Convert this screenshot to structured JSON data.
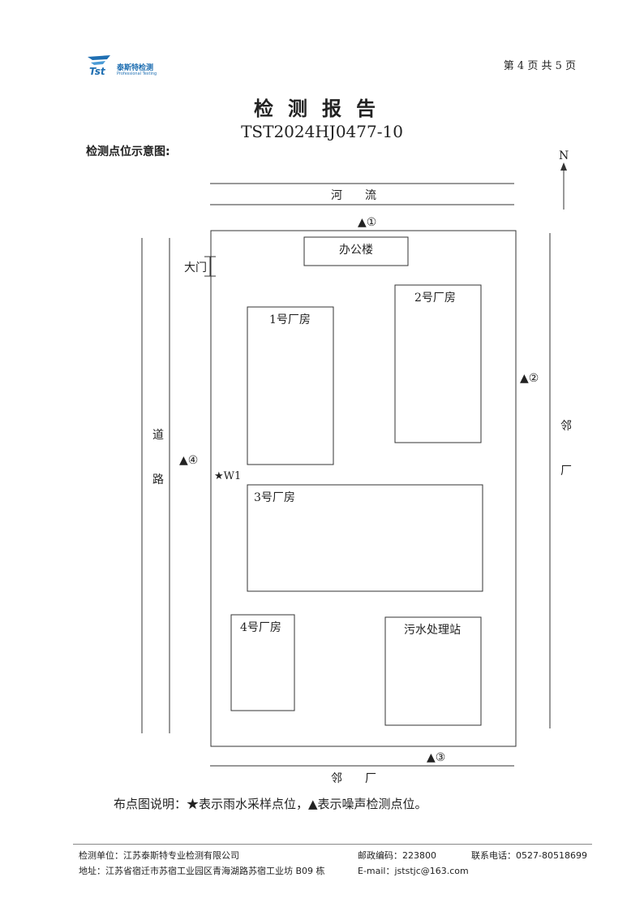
{
  "header": {
    "logo_cn": "泰斯特检测",
    "logo_en": "Professional Testing",
    "logo_mark": "Tst",
    "page_info": "第 4 页 共 5 页"
  },
  "title": "检测报告",
  "report_no": "TST2024HJ0477-10",
  "section_label": "检测点位示意图:",
  "map": {
    "north": "N",
    "river": "河　　流",
    "office": "办公楼",
    "gate": "大门",
    "plant1": "1号厂房",
    "plant2": "2号厂房",
    "plant3": "3号厂房",
    "plant4": "4号厂房",
    "sewage": "污水处理站",
    "road_1": "道",
    "road_2": "路",
    "neighbor_e_1": "邻",
    "neighbor_e_2": "厂",
    "neighbor_s": "邻　　厂",
    "point1": "▲①",
    "point2": "▲②",
    "point3": "▲③",
    "point4": "▲④",
    "rain_point": "★W1"
  },
  "legend": "布点图说明：★表示雨水采样点位，▲表示噪声检测点位。",
  "footer": {
    "unit": "检测单位：江苏泰斯特专业检测有限公司",
    "postcode": "邮政编码：223800",
    "phone": "联系电话：0527-80518699",
    "address": "地址：江苏省宿迁市苏宿工业园区青海湖路苏宿工业坊 B09 栋",
    "email": "E-mail：jststjc@163.com"
  },
  "colors": {
    "logo_blue": "#1f6fb2",
    "line": "#333333"
  }
}
